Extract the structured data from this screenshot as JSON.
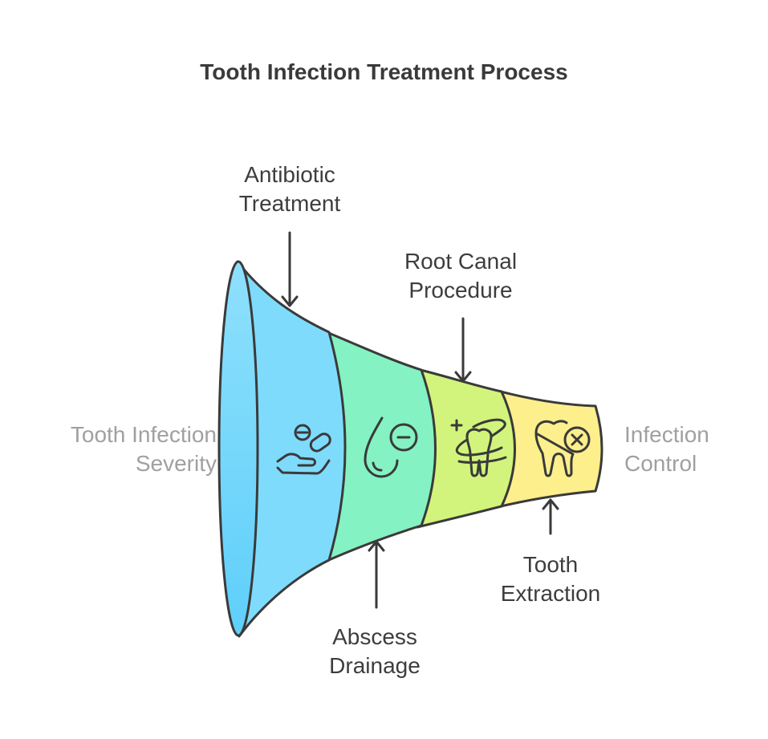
{
  "title": "Tooth Infection Treatment Process",
  "left_label": {
    "line1": "Tooth Infection",
    "line2": "Severity"
  },
  "right_label": {
    "line1": "Infection",
    "line2": "Control"
  },
  "stages": [
    {
      "line1": "Antibiotic",
      "line2": "Treatment",
      "icon": "hand-pills-icon",
      "color": "#7dd8fb"
    },
    {
      "line1": "Abscess",
      "line2": "Drainage",
      "icon": "drop-minus-icon",
      "color": "#84f2c2"
    },
    {
      "line1": "Root Canal",
      "line2": "Procedure",
      "icon": "tooth-orbit-icon",
      "color": "#d2f47c"
    },
    {
      "line1": "Tooth",
      "line2": "Extraction",
      "icon": "tooth-x-icon",
      "color": "#fcef8c"
    }
  ],
  "colors": {
    "stroke": "#3a3a3a",
    "muted_text": "#a0a0a0",
    "mouth": "#6ed3fa"
  }
}
